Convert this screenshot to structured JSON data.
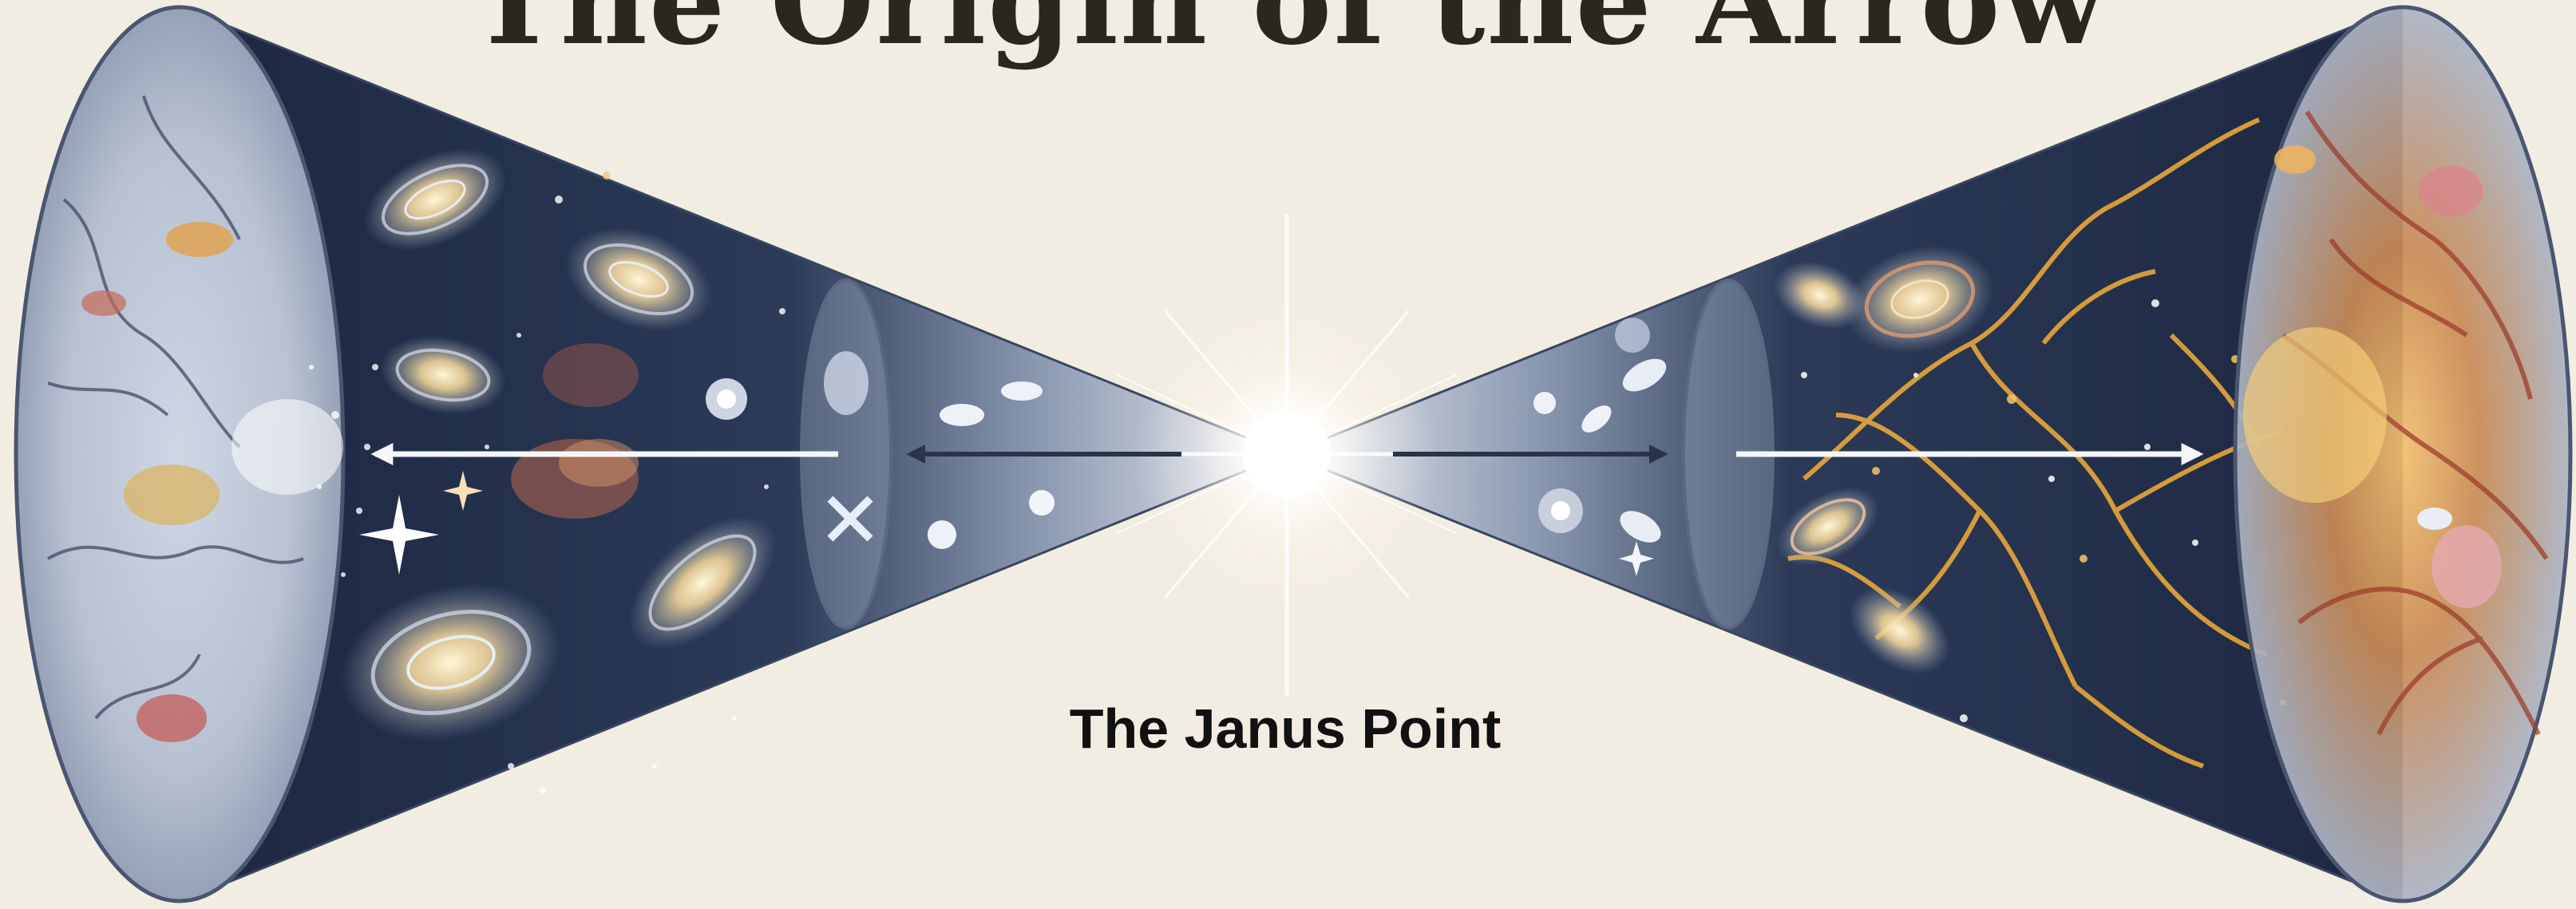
{
  "title": "The Origin of the Arrow",
  "center_label": "The Janus Point",
  "left_cone": {
    "name": "past-expansion-cone"
  },
  "right_cone": {
    "name": "future-expansion-cone"
  },
  "colors": {
    "background": "#f2ede2",
    "cone_dark": "#1c2740",
    "cone_light": "#dfe4ec",
    "arrow": "#f4f6fa",
    "filament_gold": "#e9a73a",
    "filament_red": "#c0443e",
    "janus_glow": "#ffffff"
  },
  "icons": [
    "janus-point-starburst",
    "double-headed-arrow",
    "spiral-galaxy",
    "cosmic-web-filament"
  ]
}
